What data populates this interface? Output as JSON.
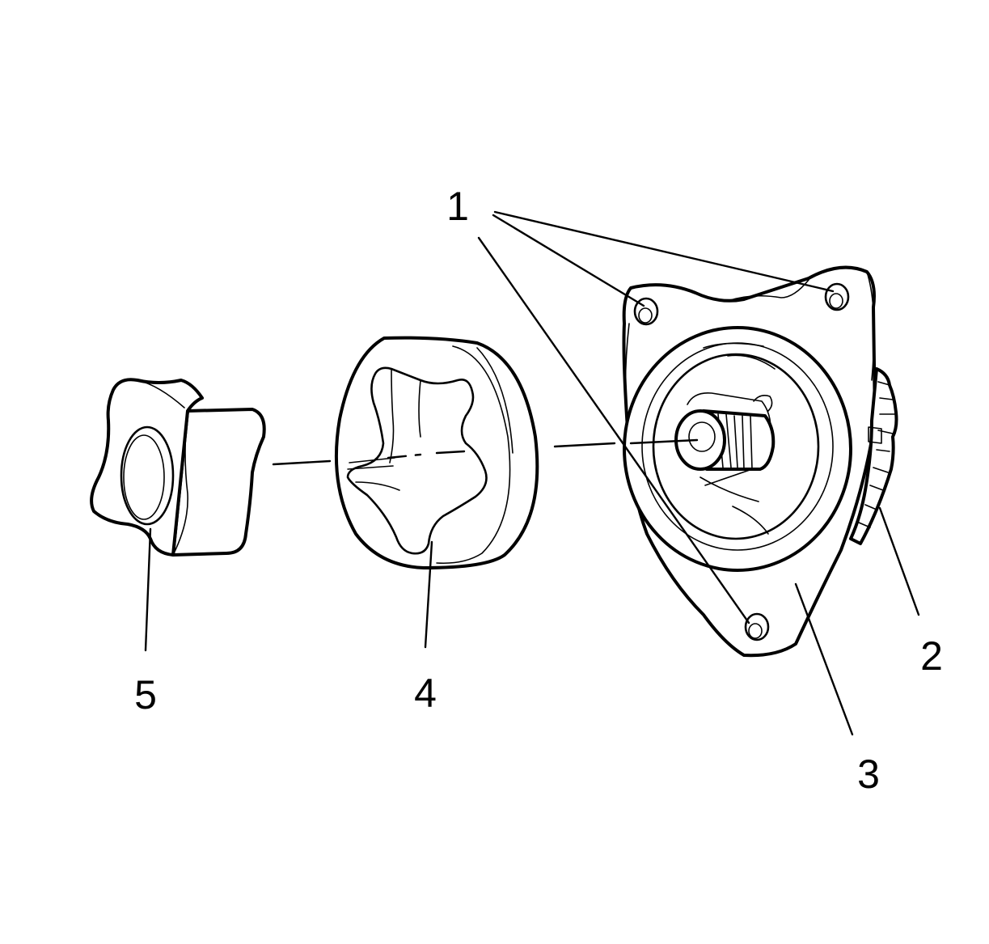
{
  "diagram": {
    "callouts": [
      {
        "id": "1",
        "text": "1",
        "part": "mounting-bolt-holes"
      },
      {
        "id": "2",
        "text": "2",
        "part": "drive-gear"
      },
      {
        "id": "3",
        "text": "3",
        "part": "pump-housing"
      },
      {
        "id": "4",
        "text": "4",
        "part": "outer-rotor"
      },
      {
        "id": "5",
        "text": "5",
        "part": "inner-rotor"
      }
    ]
  }
}
